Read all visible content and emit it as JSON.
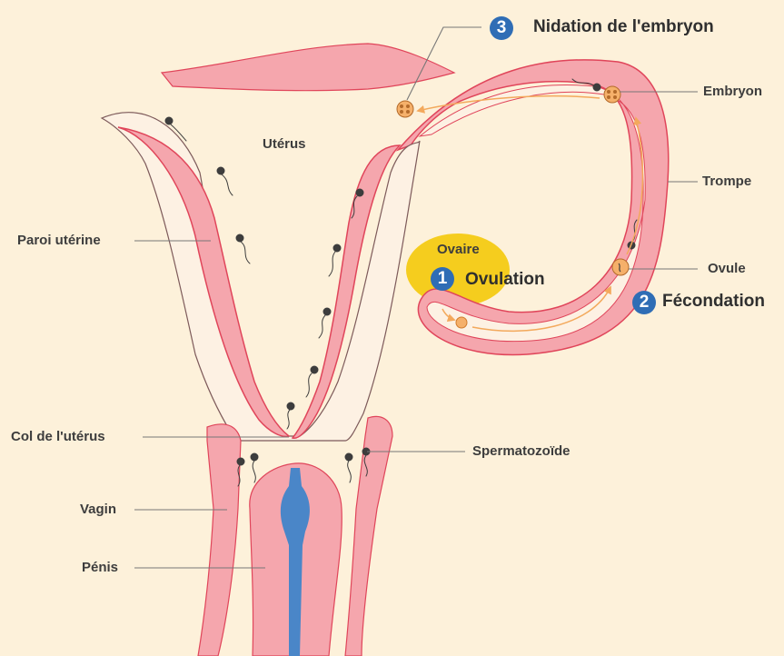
{
  "colors": {
    "background": "#fdf1da",
    "tissue_pink": "#f5a6ad",
    "tissue_edge": "#e0455a",
    "inner_cream": "#fdf1e3",
    "penis_blue": "#4a86c8",
    "ovary_yellow": "#f5cd1e",
    "step_blue": "#2f6db5",
    "arrow_orange": "#f3a95c",
    "label_text": "#3d3d3d",
    "leader_line": "#777777"
  },
  "labels": {
    "uterus": "Utérus",
    "ovary": "Ovaire",
    "uterine_wall": "Paroi utérine",
    "cervix": "Col de l'utérus",
    "vagina": "Vagin",
    "penis": "Pénis",
    "sperm": "Spermatozoïde",
    "embryo": "Embryon",
    "tube": "Trompe",
    "ovum": "Ovule"
  },
  "steps": [
    {
      "number": "1",
      "label": "Ovulation"
    },
    {
      "number": "2",
      "label": "Fécondation"
    },
    {
      "number": "3",
      "label": "Nidation de l'embryon"
    }
  ],
  "icons": {
    "sperm": "sperm-icon",
    "ovum": "ovum-icon",
    "embryo": "embryo-icon",
    "direction": "arrow-icon"
  }
}
